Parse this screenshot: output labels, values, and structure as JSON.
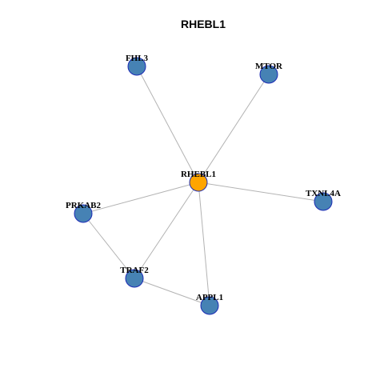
{
  "title": "RHEBL1",
  "colors": {
    "hub_fill": "#ffa500",
    "node_fill": "#4682b4",
    "node_stroke": "#1c2bb5",
    "edge": "#b3b3b3"
  },
  "nodes": [
    {
      "id": "RHEBL1",
      "label": "RHEBL1",
      "hub": true
    },
    {
      "id": "FHL3",
      "label": "FHL3",
      "hub": false
    },
    {
      "id": "MTOR",
      "label": "MTOR",
      "hub": false
    },
    {
      "id": "TXNL4A",
      "label": "TXNL4A",
      "hub": false
    },
    {
      "id": "PRKAB2",
      "label": "PRKAB2",
      "hub": false
    },
    {
      "id": "TRAF2",
      "label": "TRAF2",
      "hub": false
    },
    {
      "id": "APPL1",
      "label": "APPL1",
      "hub": false
    }
  ],
  "edges": [
    [
      "RHEBL1",
      "FHL3"
    ],
    [
      "RHEBL1",
      "MTOR"
    ],
    [
      "RHEBL1",
      "TXNL4A"
    ],
    [
      "RHEBL1",
      "PRKAB2"
    ],
    [
      "RHEBL1",
      "TRAF2"
    ],
    [
      "RHEBL1",
      "APPL1"
    ],
    [
      "PRKAB2",
      "TRAF2"
    ],
    [
      "TRAF2",
      "APPL1"
    ]
  ]
}
